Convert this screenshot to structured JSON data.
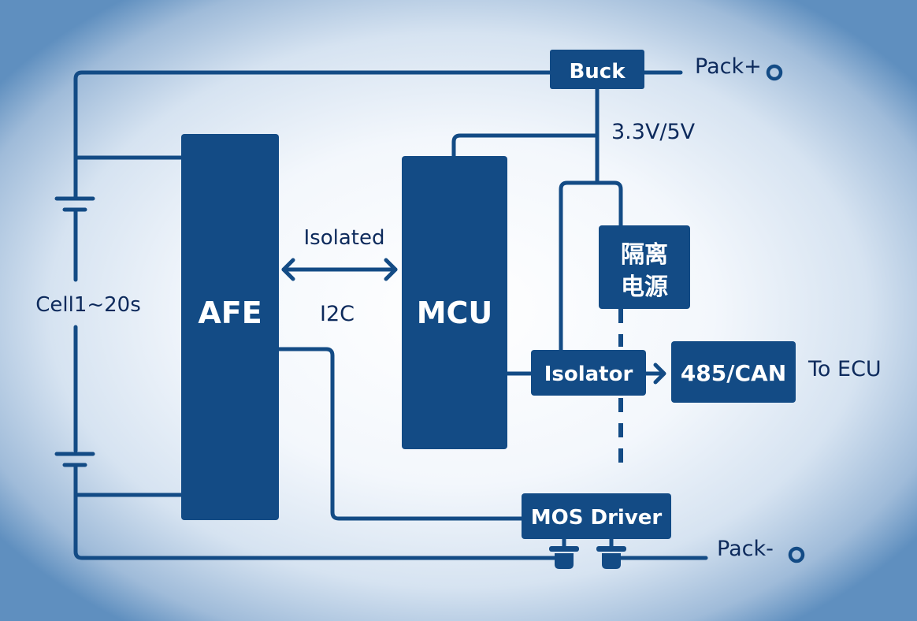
{
  "diagram": {
    "title": "BMS block diagram",
    "colors": {
      "block_fill": "#134b85",
      "wire": "#134b85",
      "block_text": "#ffffff",
      "label_text": "#0d2a5c",
      "background_center": "#ffffff",
      "background_edge": "#5f8fbf"
    },
    "blocks": {
      "afe": "AFE",
      "mcu": "MCU",
      "buck": "Buck",
      "isolated_power_line1": "隔离",
      "isolated_power_line2": "电源",
      "isolator": "Isolator",
      "bus": "485/CAN",
      "mos_driver": "MOS Driver"
    },
    "labels": {
      "cells": "Cell1~20s",
      "isolated": "Isolated",
      "i2c": "I2C",
      "supply": "3.3V/5V",
      "pack_plus": "Pack+",
      "pack_minus": "Pack-",
      "to_ecu": "To ECU"
    },
    "icons": {
      "pack_plus_terminal": "terminal-circle-icon",
      "pack_minus_terminal": "terminal-circle-icon",
      "battery": "battery-cell-symbol-icon",
      "mosfet": "mosfet-switch-icon",
      "arrow_bidirectional": "double-arrow-icon",
      "arrow_right": "arrow-right-icon"
    }
  }
}
